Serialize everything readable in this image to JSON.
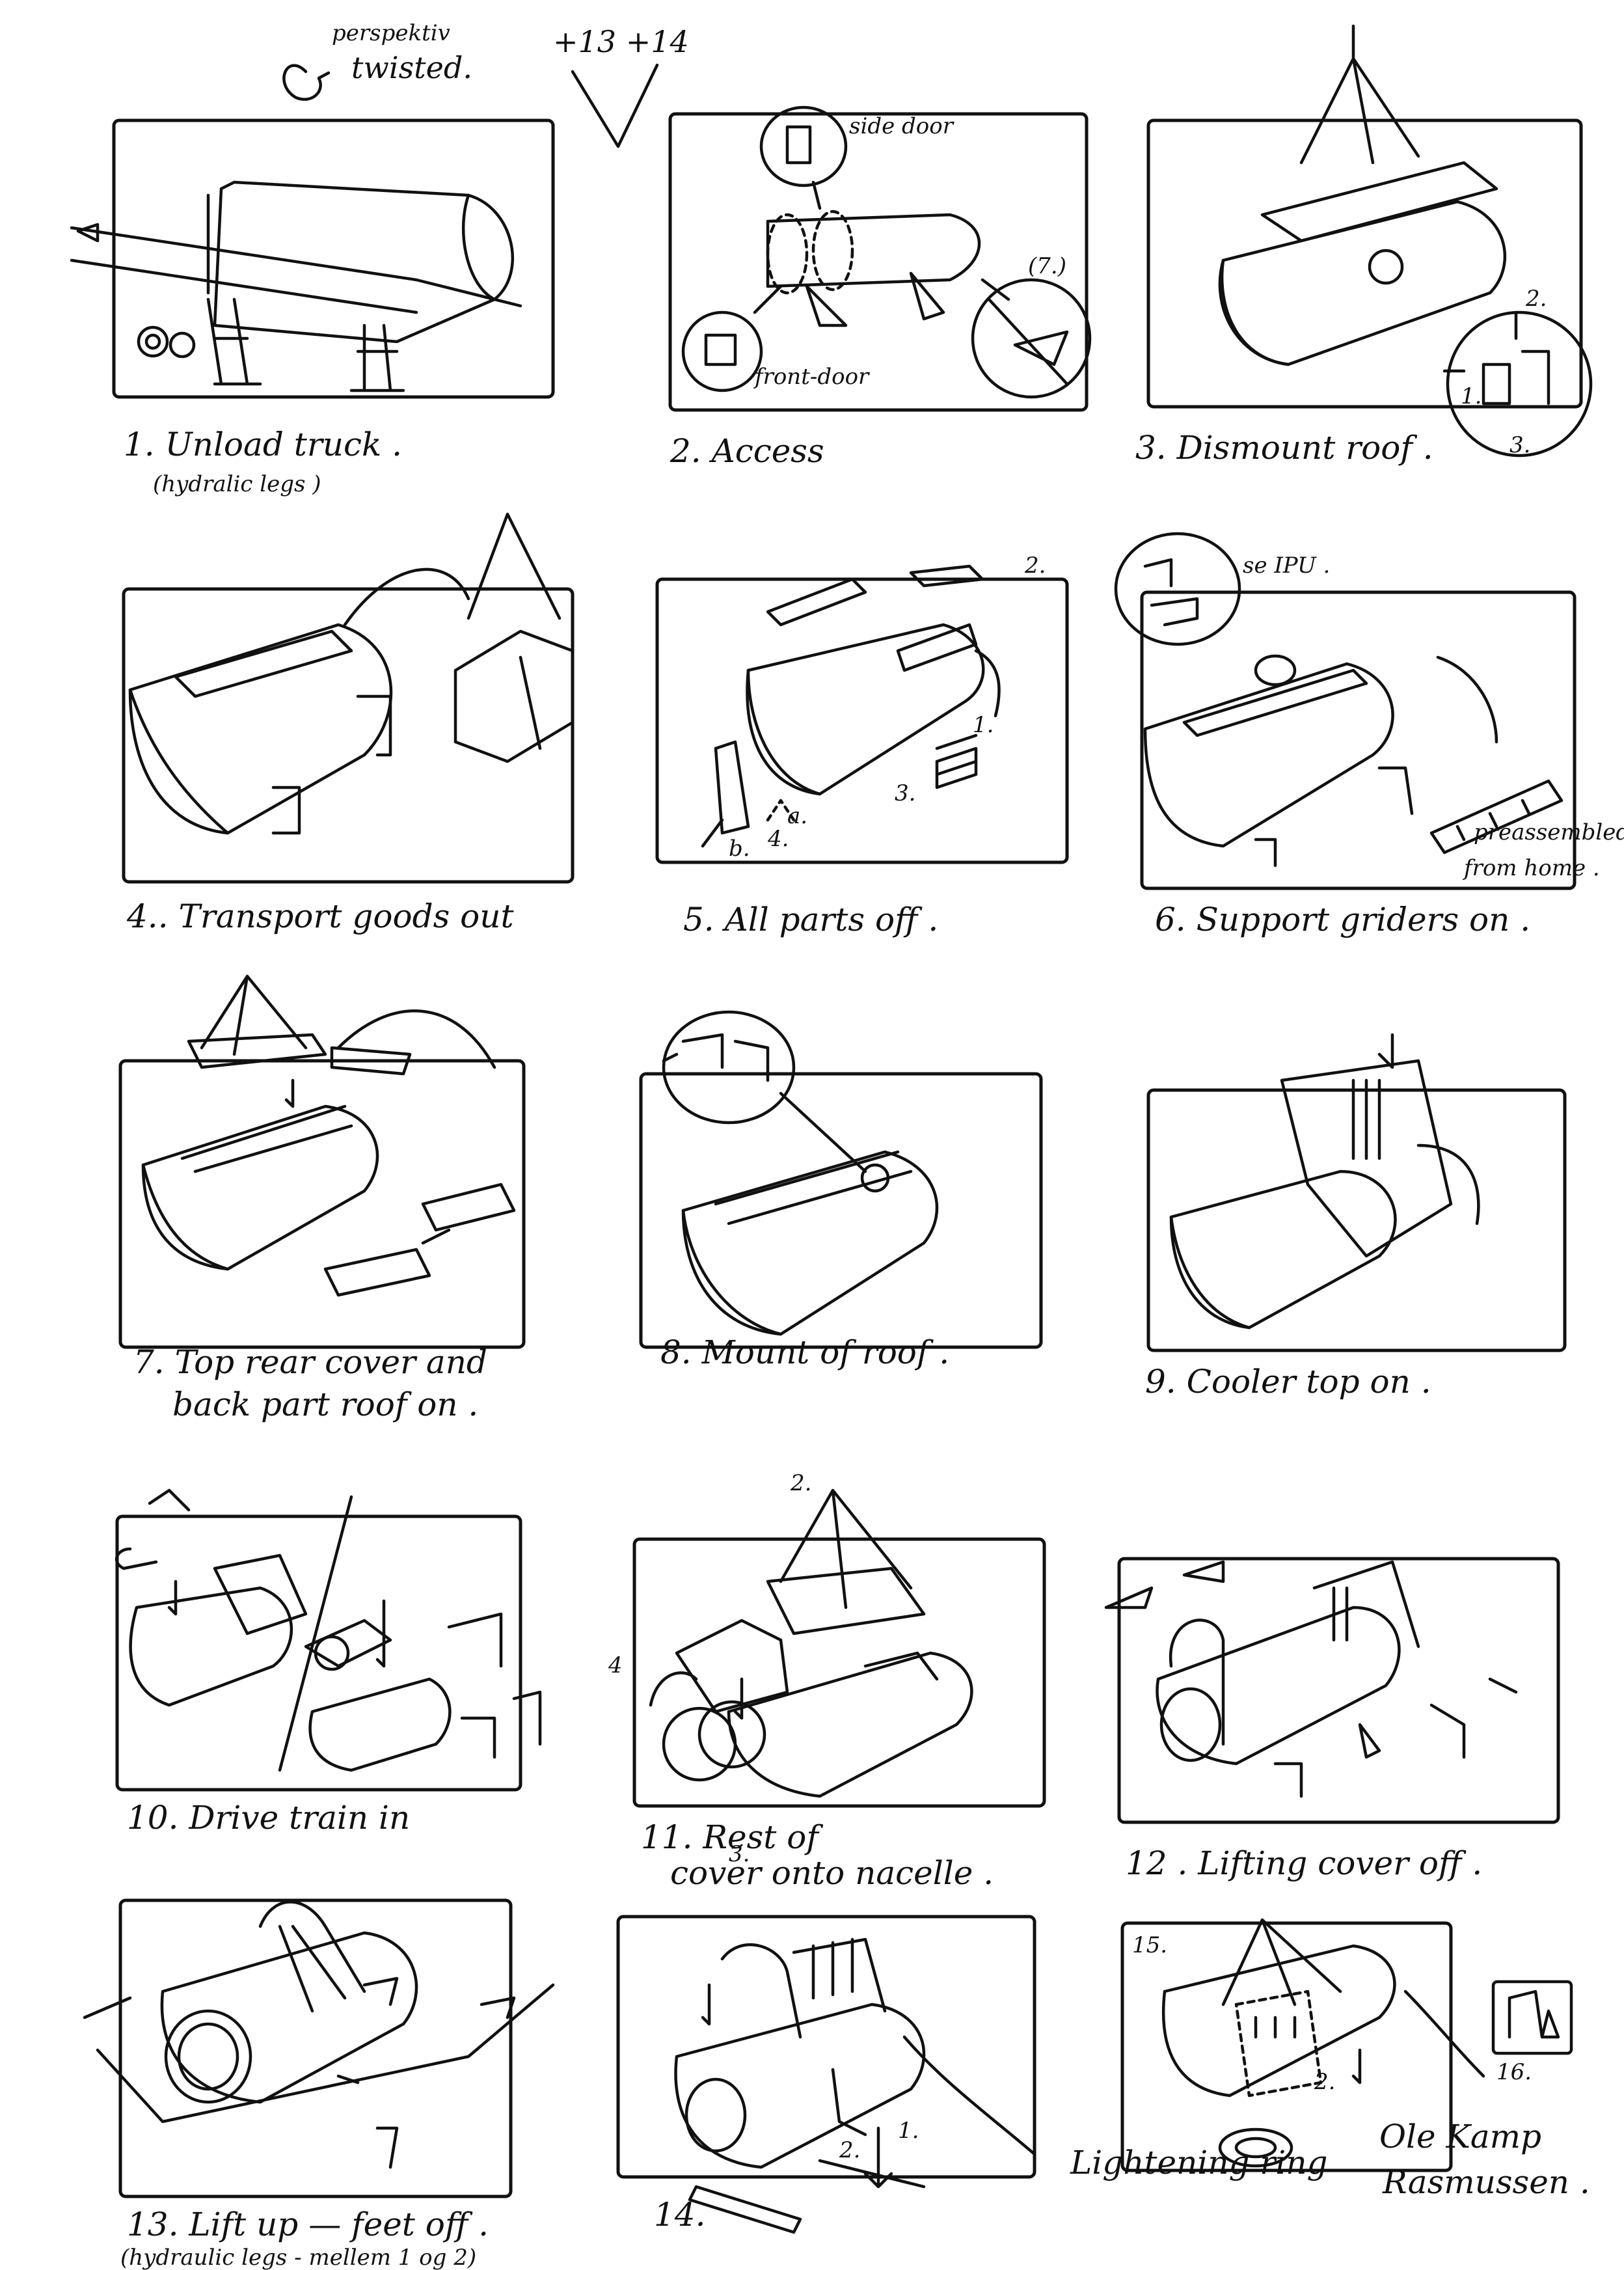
{
  "header": {
    "note_line1": "perspektiv",
    "note_line2": "twisted.",
    "extra_steps": "+13 +14"
  },
  "panels": [
    {
      "caption": "1. Unload   truck .",
      "caption2": "(hydralic  legs )"
    },
    {
      "caption": "2. Access",
      "label_side": "side door",
      "label_front": "front-door",
      "label_q": "(7.)"
    },
    {
      "caption": "3. Dismount   roof .",
      "label_a": "2.",
      "label_b": "1.",
      "label_c": "3."
    },
    {
      "caption": "4.. Transport  goods  out"
    },
    {
      "caption": "5. All   parts   off .",
      "label_a": "2.",
      "label_b": "1.",
      "label_c": "3.",
      "label_d": "4.",
      "label_e": "a.",
      "label_f": "b."
    },
    {
      "caption": "6. Support  griders   on .",
      "label_a": "se IPU .",
      "label_b": "preassembled",
      "label_c": "from home ."
    },
    {
      "caption": "7. Top   rear  cover   and",
      "caption2": "back  part   roof  on ."
    },
    {
      "caption": "8. Mount   of   roof ."
    },
    {
      "caption": "9. Cooler   top    on ."
    },
    {
      "caption": "10. Drive train   in"
    },
    {
      "caption": "11.             Rest   of",
      "caption2": "cover   onto   nacelle .",
      "label_a": "2.",
      "label_b": "4",
      "label_c": "3."
    },
    {
      "caption": "12 . Lifting   cover   off ."
    },
    {
      "caption": "13. Lift  up  —  feet  off .",
      "caption2": "(hydraulic  legs  -  mellem  1 og 2)"
    },
    {
      "caption": "14.",
      "label_a": "2.",
      "label_b": "1.",
      "label_c": "Lightening   ring"
    },
    {
      "caption": "15.",
      "label_a": "2.",
      "label_b": "16.",
      "label_c": "Ole  Kamp",
      "label_d": "Rasmussen ."
    }
  ]
}
